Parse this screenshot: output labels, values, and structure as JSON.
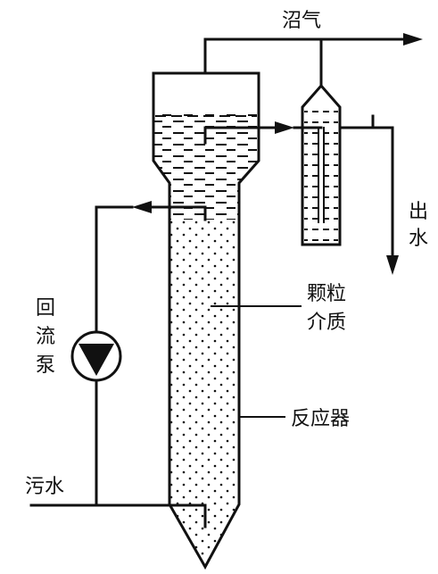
{
  "labels": {
    "biogas": "沼气",
    "outlet_line1": "出",
    "outlet_line2": "水",
    "granular_line1": "颗粒",
    "granular_line2": "介质",
    "recycle_line1": "回",
    "recycle_line2": "流",
    "recycle_line3": "泵",
    "reactor": "反应器",
    "wastewater": "污水"
  },
  "colors": {
    "ink": "#111111",
    "background": "#ffffff"
  },
  "icons": {
    "pump": "centrifugal-pump-icon"
  }
}
